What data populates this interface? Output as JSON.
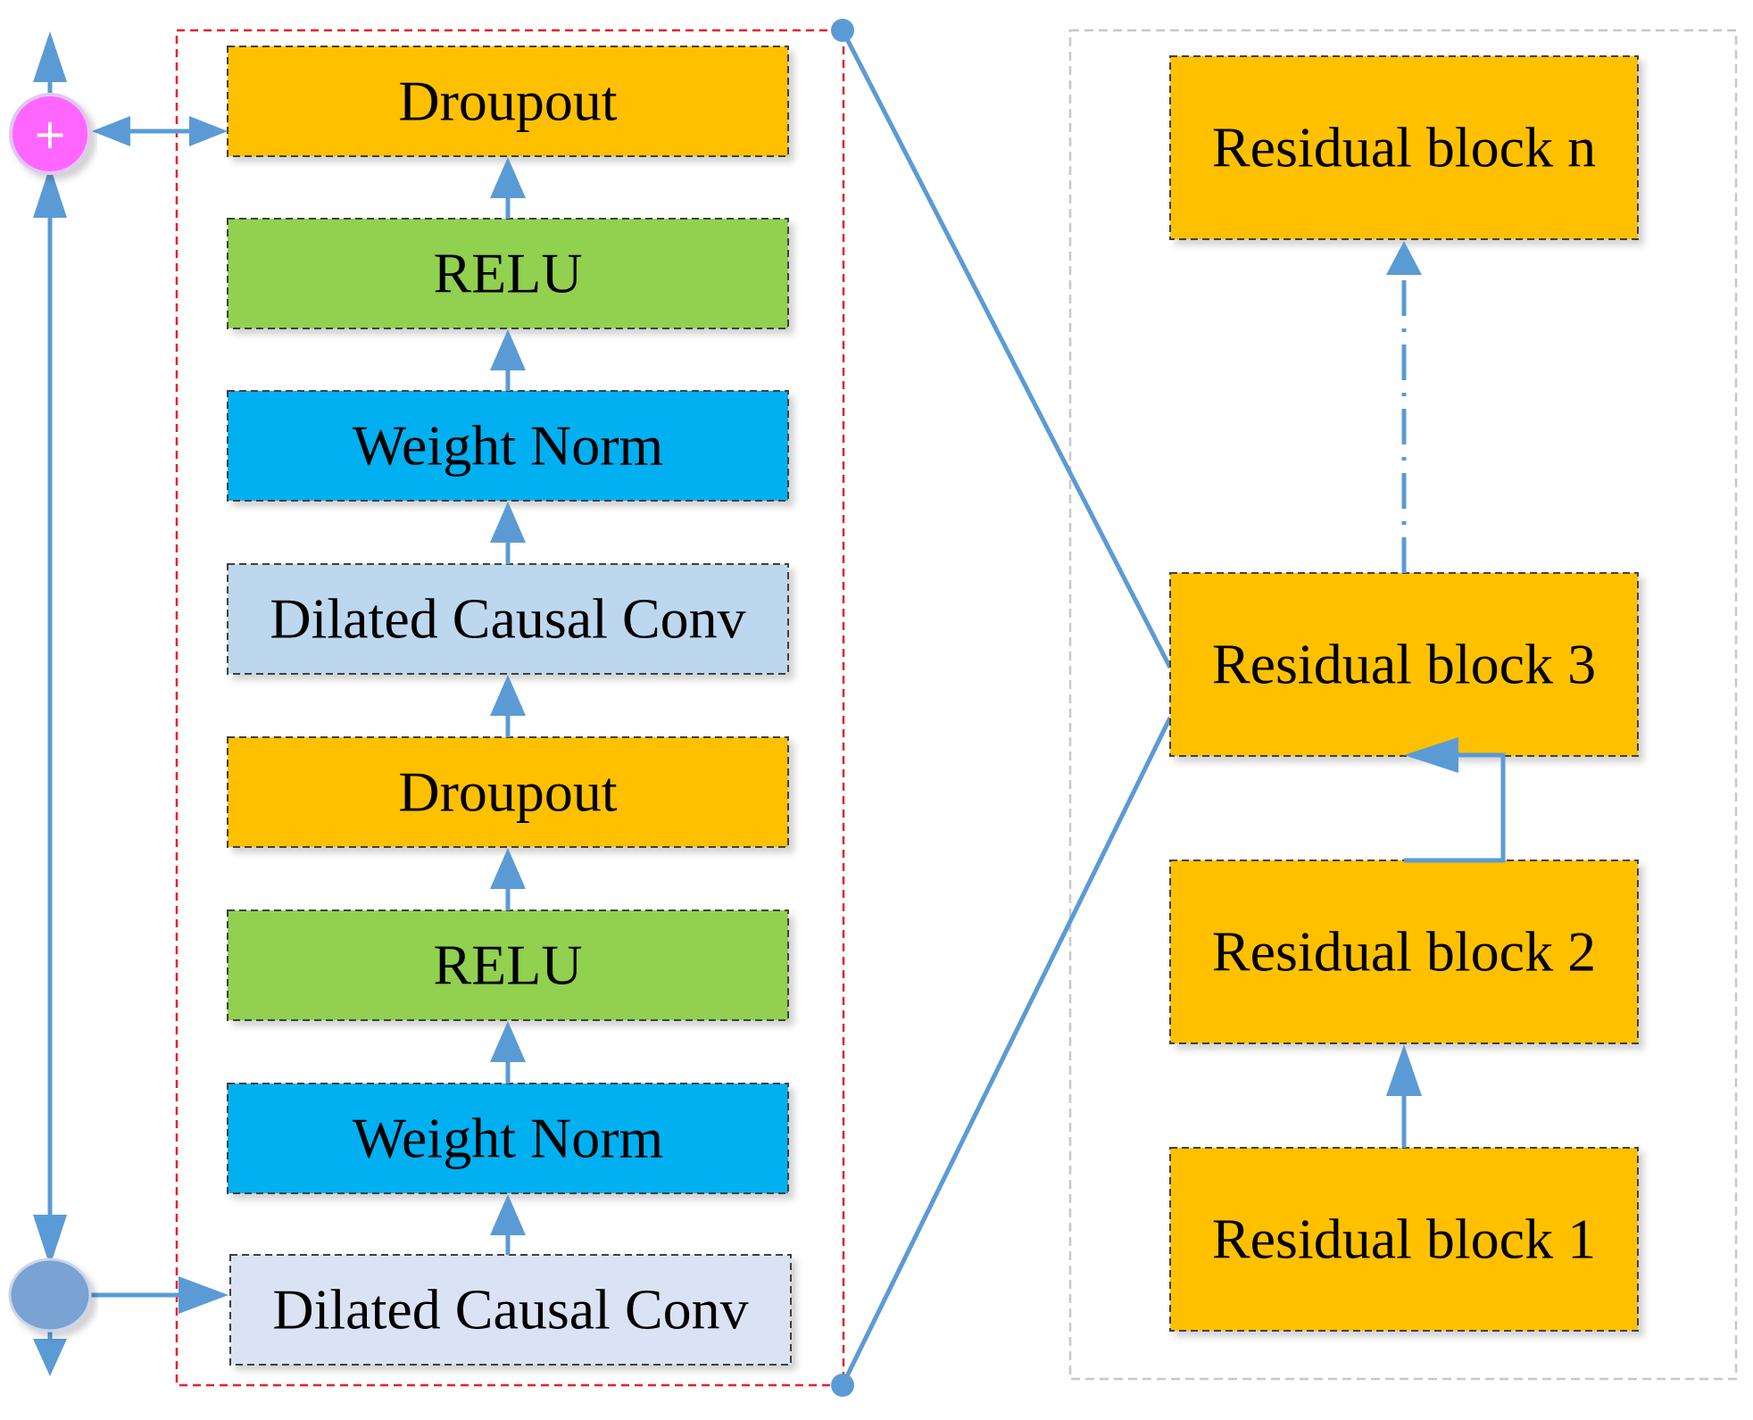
{
  "colors": {
    "arrow": "#5b9bd5",
    "dropout": "#ffc000",
    "relu": "#92d050",
    "weight_norm": "#00b0f0",
    "conv_light": "#bdd7ee",
    "conv_pale": "#dae3f3",
    "residual": "#ffc000",
    "plus_node": "#ff66ff",
    "input_node": "#7aa2d2",
    "red_border": "#e8202a",
    "gray_border": "#c8c8c8"
  },
  "icons": {
    "plus": "+"
  },
  "residual_block_detail": {
    "layers": [
      {
        "label": "Droupout",
        "color_key": "dropout"
      },
      {
        "label": "RELU",
        "color_key": "relu"
      },
      {
        "label": "Weight Norm",
        "color_key": "weight_norm"
      },
      {
        "label": "Dilated Causal Conv",
        "color_key": "conv_light"
      },
      {
        "label": "Droupout",
        "color_key": "dropout"
      },
      {
        "label": "RELU",
        "color_key": "relu"
      },
      {
        "label": "Weight Norm",
        "color_key": "weight_norm"
      },
      {
        "label": "Dilated Causal Conv",
        "color_key": "conv_pale"
      }
    ]
  },
  "residual_stack": {
    "blocks": [
      {
        "label": "Residual block n"
      },
      {
        "label": "Residual block 3"
      },
      {
        "label": "Residual block 2"
      },
      {
        "label": "Residual block 1"
      }
    ]
  }
}
